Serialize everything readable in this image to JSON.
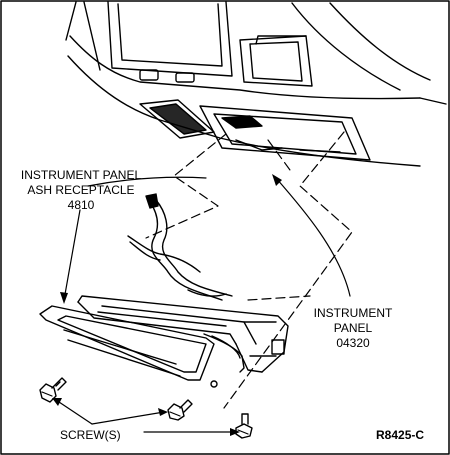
{
  "labels": {
    "ash_receptacle": {
      "line1": "INSTRUMENT PANEL",
      "line2": "ASH RECEPTACLE",
      "part_no": "4810"
    },
    "instrument_panel": {
      "line1": "INSTRUMENT",
      "line2": "PANEL",
      "part_no": "04320"
    },
    "screws": "SCREW(S)",
    "figure_id": "R8425-C"
  },
  "style": {
    "ink": "#000000",
    "paper": "#ffffff"
  }
}
